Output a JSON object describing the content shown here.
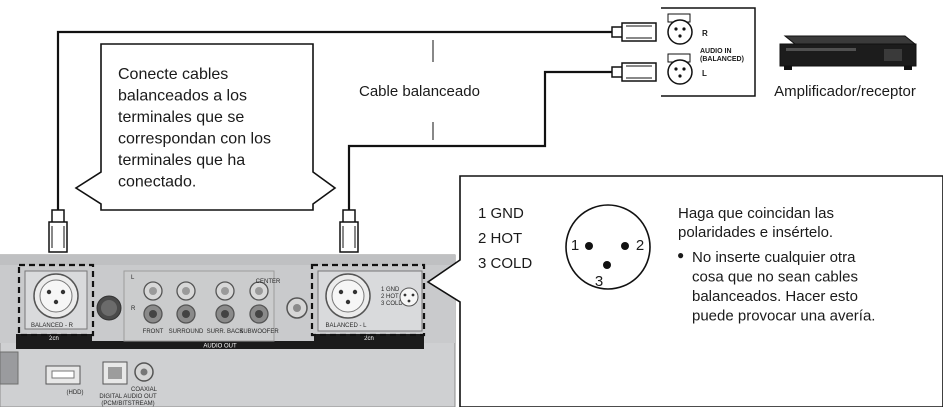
{
  "callout_left": {
    "lines": [
      "Conecte cables",
      "balanceados a los",
      "terminales que se",
      "correspondan con los",
      "terminales que ha",
      "conectado."
    ]
  },
  "cable_label": "Cable balanceado",
  "amplifier": {
    "label": "Amplificador/receptor",
    "panel_title_1": "AUDIO IN",
    "panel_title_2": "(BALANCED)",
    "jack_r": "R",
    "jack_l": "L"
  },
  "xlr_detail": {
    "pins": [
      "1 GND",
      "2 HOT",
      "3 COLD"
    ],
    "pin_numbers": [
      "1",
      "2",
      "3"
    ],
    "note_lines": [
      "Haga que coincidan las",
      "polaridades e insértelo."
    ],
    "bullet": "●",
    "bullet_lines": [
      "No inserte cualquier otra",
      "cosa que no sean cables",
      "balanceados. Hacer esto",
      "puede provocar una avería."
    ]
  },
  "player_panel": {
    "balanced_r": "BALANCED - R",
    "balanced_l": "BALANCED - L",
    "ch_left": "2ch",
    "ch_right": "2ch",
    "audio_out": "AUDIO OUT",
    "rca_labels": [
      "FRONT",
      "SURROUND",
      "SURR. BACK",
      "SUBWOOFER"
    ],
    "center": "CENTER",
    "rca_l": "L",
    "rca_r": "R",
    "mini_pins": [
      "1 GND",
      "2 HOT",
      "3 COLD"
    ],
    "usb": "(HDD)",
    "digital_1": "DIGITAL AUDIO OUT",
    "digital_2": "(PCM/BITSTREAM)",
    "coaxial": "COAXIAL"
  }
}
